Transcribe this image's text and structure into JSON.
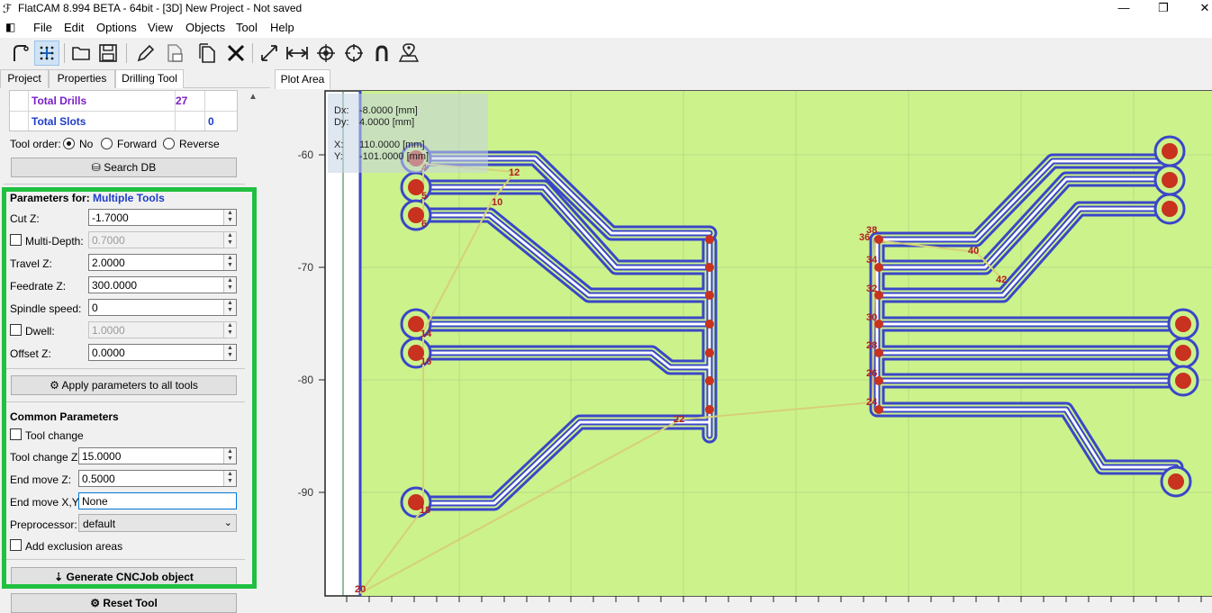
{
  "window": {
    "title": "FlatCAM 8.994 BETA - 64bit - [3D]    New Project - Not saved",
    "minimize": "—",
    "maximize": "❐",
    "close": "✕"
  },
  "menu": [
    "File",
    "Edit",
    "Options",
    "View",
    "Objects",
    "Tool",
    "Help"
  ],
  "toolbar": {
    "icons": [
      "open-gerber-icon",
      "snap-grid-icon",
      "open-folder-icon",
      "save-icon",
      "edit-pencil-icon",
      "save-as-icon",
      "copy-icon",
      "delete-icon",
      "resize-icon",
      "distance-icon",
      "target-icon",
      "origin-icon",
      "magnet-icon",
      "locate-icon"
    ]
  },
  "tabs": [
    {
      "label": "Project",
      "active": false
    },
    {
      "label": "Properties",
      "active": false
    },
    {
      "label": "Drilling Tool",
      "active": true
    }
  ],
  "drill_table": {
    "total_drills_label": "Total Drills",
    "total_drills_value": "27",
    "total_slots_label": "Total Slots",
    "total_slots_value": "0"
  },
  "tool_order": {
    "label": "Tool order:",
    "options": [
      "No",
      "Forward",
      "Reverse"
    ],
    "selected": "No"
  },
  "search_db_button": "Search DB",
  "parameters": {
    "heading": "Parameters for:",
    "heading_value": "Multiple Tools",
    "cut_z_label": "Cut Z:",
    "cut_z": "-1.7000",
    "multi_depth_label": "Multi-Depth:",
    "multi_depth": "0.7000",
    "travel_z_label": "Travel Z:",
    "travel_z": "2.0000",
    "feedrate_z_label": "Feedrate Z:",
    "feedrate_z": "300.0000",
    "spindle_speed_label": "Spindle speed:",
    "spindle_speed": "0",
    "dwell_label": "Dwell:",
    "dwell": "1.0000",
    "offset_z_label": "Offset Z:",
    "offset_z": "0.0000",
    "apply_button": "Apply parameters to all tools"
  },
  "common": {
    "heading": "Common Parameters",
    "tool_change_label": "Tool change",
    "tool_change_z_label": "Tool change Z:",
    "tool_change_z": "15.0000",
    "end_move_z_label": "End move Z:",
    "end_move_z": "0.5000",
    "end_move_xy_label": "End move X,Y:",
    "end_move_xy": "None",
    "preprocessor_label": "Preprocessor:",
    "preprocessor": "default",
    "exclusion_label": "Add exclusion areas",
    "generate_button": "Generate CNCJob object",
    "reset_button": "Reset Tool"
  },
  "plot": {
    "tab_label": "Plot Area",
    "readout": {
      "dx_label": "Dx:",
      "dx": "-8.0000 [mm]",
      "dy_label": "Dy:",
      "dy": "4.0000 [mm]",
      "x_label": "X:",
      "x": "110.0000 [mm]",
      "y_label": "Y:",
      "y": "-101.0000 [mm]"
    },
    "y_ticks": [
      "-60",
      "-70",
      "-80",
      "-90"
    ],
    "drill_labels": [
      "4",
      "5",
      "6",
      "12",
      "10",
      "14",
      "16",
      "18",
      "20",
      "22",
      "24",
      "26",
      "28",
      "30",
      "32",
      "34",
      "36",
      "38",
      "40",
      "42"
    ],
    "colors": {
      "board": "#ccf28c",
      "trace_outline": "#3a46c8",
      "drill": "#c8321e",
      "label": "#b01e1e",
      "travel_path": "#d6d078"
    }
  }
}
